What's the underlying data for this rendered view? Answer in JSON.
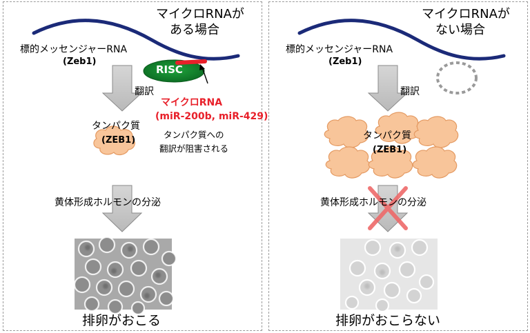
{
  "left": {
    "title_line1": "マイクロRNAが",
    "title_line2": "ある場合",
    "mrna_label": "標的メッセンジャーRNA",
    "mrna_gene": "(Zeb1)",
    "risc_label": "RISC",
    "translation_label": "翻訳",
    "mirna_label": "マイクロRNA",
    "mirna_detail": "(miR-200b, miR-429)",
    "protein_label": "タンパク質",
    "protein_gene": "(ZEB1)",
    "inhibition_line1": "タンパク質への",
    "inhibition_line2": "翻訳が阻害される",
    "hormone_label": "黄体形成ホルモンの分泌",
    "outcome": "排卵がおこる"
  },
  "right": {
    "title_line1": "マイクロRNAが",
    "title_line2": "ない場合",
    "mrna_label": "標的メッセンジャーRNA",
    "mrna_gene": "(Zeb1)",
    "translation_label": "翻訳",
    "protein_label": "タンパク質",
    "protein_gene": "(ZEB1)",
    "hormone_label": "黄体形成ホルモンの分泌",
    "outcome": "排卵がおこらない"
  },
  "colors": {
    "mrna_line": "#1b2a78",
    "risc_fill": "#138a2e",
    "mirna_red": "#e8202a",
    "protein_fill": "#f8c59a",
    "protein_stroke": "#e49a62",
    "arrow_fill": "#c8c8c8",
    "cross": "#ee6a6a"
  }
}
